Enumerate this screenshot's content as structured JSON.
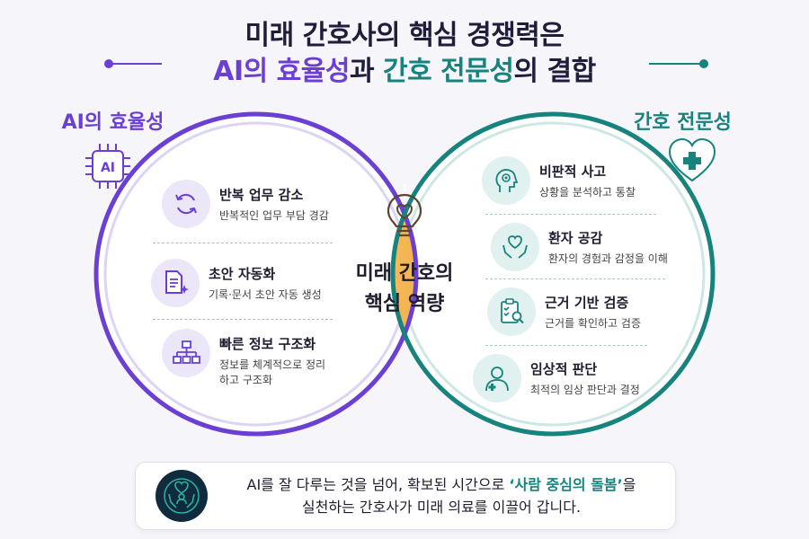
{
  "title": {
    "line1": "미래 간호사의 핵심 경쟁력은",
    "line2_part1": "AI의 효율성",
    "line2_part2": "과 ",
    "line2_part3": "간호 전문성",
    "line2_part4": "의 결합"
  },
  "left_circle": {
    "label": "AI의 효율성",
    "icon_text": "AI",
    "items": [
      {
        "title": "반복 업무 감소",
        "desc": "반복적인 업무 부담 경감",
        "icon": "refresh-icon"
      },
      {
        "title": "초안 자동화",
        "desc": "기록·문서 초안 자동 생성",
        "icon": "document-sparkle-icon"
      },
      {
        "title": "빠른 정보 구조화",
        "desc_line1": "정보를 체계적으로 정리",
        "desc_line2": "하고 구조화",
        "icon": "hierarchy-icon"
      }
    ]
  },
  "right_circle": {
    "label": "간호 전문성",
    "items": [
      {
        "title": "비판적 사고",
        "desc": "상황을 분석하고 통찰",
        "icon": "brain-head-icon"
      },
      {
        "title": "환자 공감",
        "desc": "환자의 경험과 감정을 이해",
        "icon": "heart-hands-icon"
      },
      {
        "title": "근거 기반 검증",
        "desc": "근거를 확인하고 검증",
        "icon": "clipboard-search-icon"
      },
      {
        "title": "임상적 판단",
        "desc": "최적의 임상 판단과 결정",
        "icon": "nurse-icon"
      }
    ]
  },
  "center": {
    "line1": "미래 간호의",
    "line2": "핵심 역량",
    "icon": "lightbulb-heart-icon"
  },
  "bottom": {
    "text_part1": "AI를 잘 다루는 것을 넘어, 확보된 시간으로 ",
    "highlight": "‘사람 중심의 돌봄’",
    "text_part2": "을",
    "line2": "실천하는 간호사가 미래 의료를 이끌어 갑니다.",
    "icon": "care-hands-icon"
  },
  "colors": {
    "purple": "#6b3fd4",
    "teal": "#17837d",
    "orange": "#f2a93b",
    "navy": "#1f1d3a"
  }
}
